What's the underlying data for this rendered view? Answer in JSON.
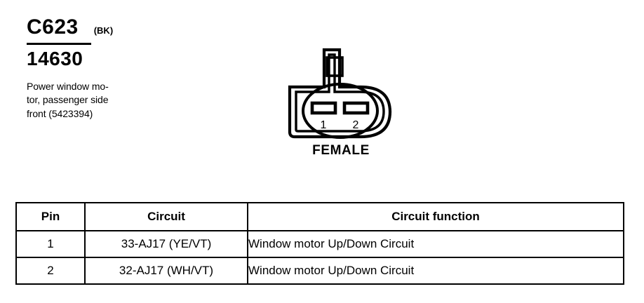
{
  "connector": {
    "code": "C623",
    "color_code": "(BK)",
    "part_number": "14630",
    "description_lines": [
      "Power window mo-",
      "tor, passenger side",
      "front (5423394)"
    ],
    "gender_label": "FEMALE",
    "pin_markers": [
      "1",
      "2"
    ],
    "cavity_count": 2
  },
  "table": {
    "headers": [
      "Pin",
      "Circuit",
      "Circuit function"
    ],
    "rows": [
      {
        "pin": "1",
        "circuit": "33-AJ17 (YE/VT)",
        "function": "Window motor Up/Down Circuit"
      },
      {
        "pin": "2",
        "circuit": "32-AJ17 (WH/VT)",
        "function": "Window motor Up/Down Circuit"
      }
    ]
  },
  "colors": {
    "ink": "#000000",
    "page": "#ffffff"
  }
}
